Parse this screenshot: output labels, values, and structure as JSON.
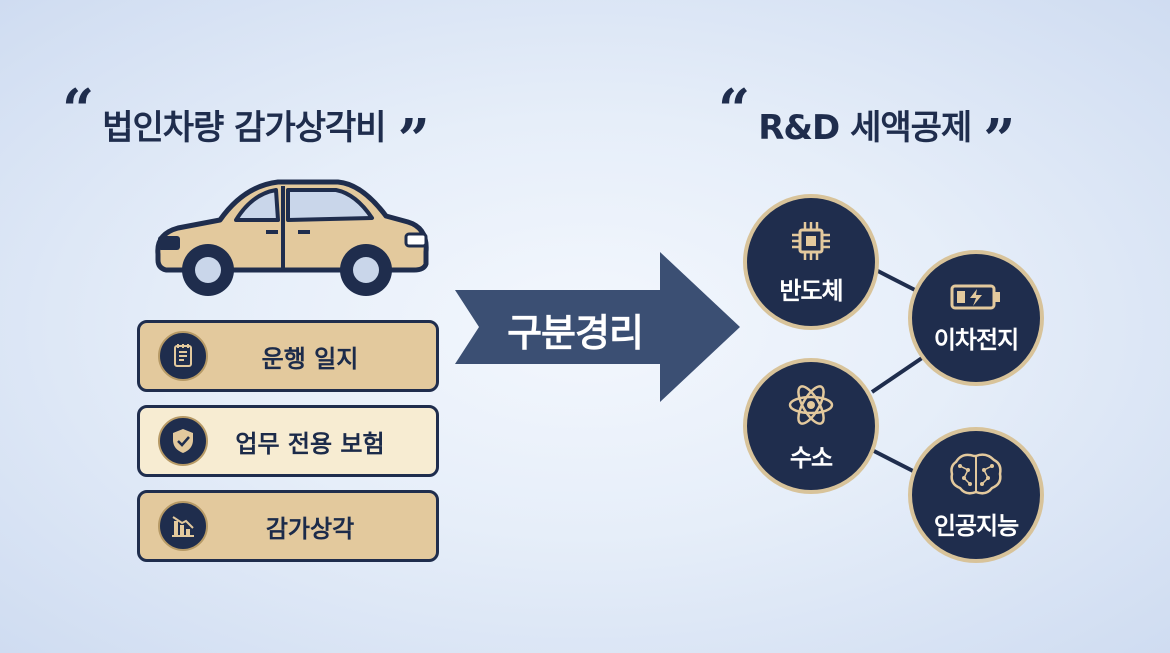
{
  "left": {
    "quote_open": "“",
    "title": "법인차량 감가상각비",
    "quote_close": "”",
    "items": [
      {
        "label": "운행 일지",
        "icon": "logbook-icon"
      },
      {
        "label": "업무 전용 보험",
        "icon": "shield-check-icon"
      },
      {
        "label": "감가상각",
        "icon": "declining-chart-icon"
      }
    ]
  },
  "center": {
    "arrow_label": "구분경리"
  },
  "right": {
    "quote_open": "“",
    "title": "R&D 세액공제",
    "quote_close": "”",
    "nodes": [
      {
        "label": "반도체",
        "icon": "chip-icon"
      },
      {
        "label": "이차전지",
        "icon": "battery-icon"
      },
      {
        "label": "수소",
        "icon": "atom-icon"
      },
      {
        "label": "인공지능",
        "icon": "brain-icon"
      }
    ]
  },
  "colors": {
    "navy": "#1f2d4d",
    "tan": "#e3c99d",
    "cream": "#f7ecd2",
    "arrow": "#3b4f73"
  }
}
